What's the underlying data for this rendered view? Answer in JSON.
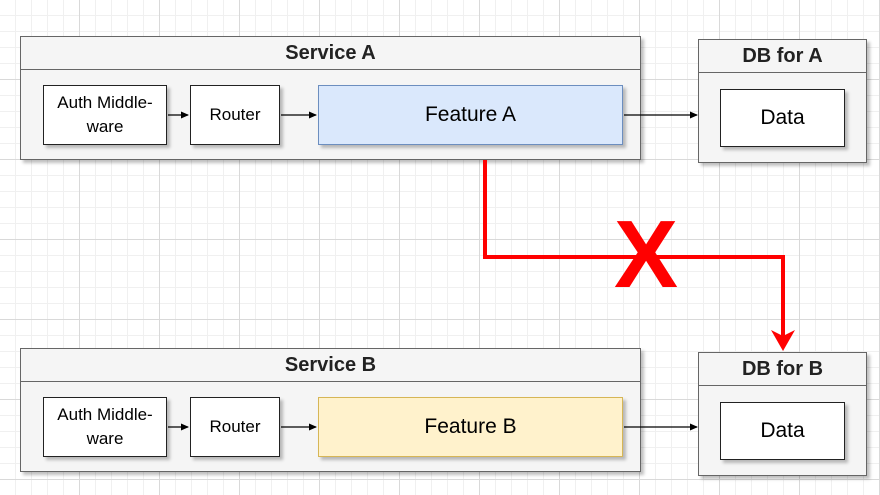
{
  "service_a": {
    "title": "Service A",
    "auth": "Auth Middle-\nware",
    "router": "Router",
    "feature": "Feature A"
  },
  "db_a": {
    "title": "DB for A",
    "data": "Data"
  },
  "service_b": {
    "title": "Service B",
    "auth": "Auth Middle-\nware",
    "router": "Router",
    "feature": "Feature B"
  },
  "db_b": {
    "title": "DB for B",
    "data": "Data"
  },
  "blocked_connection": {
    "mark": "X",
    "color": "#ff0000"
  },
  "colors": {
    "feature_a_fill": "#dae8fc",
    "feature_a_border": "#6c8ebf",
    "feature_b_fill": "#fff2cc",
    "feature_b_border": "#d6b656"
  }
}
